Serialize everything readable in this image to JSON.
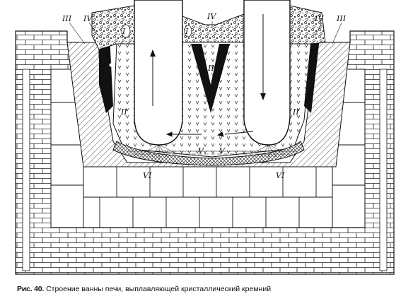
{
  "figure": {
    "caption_label": "Рис. 40.",
    "caption_text": "Строение ванны печи, выплавляющей кристаллический кремний",
    "zone_labels": {
      "I": "I",
      "II": "II",
      "III": "III",
      "IV": "IV",
      "V": "V",
      "VI": "VI"
    },
    "colors": {
      "line": "#111111",
      "brick_fill": "#ffffff",
      "carbon_black": "#111111"
    }
  }
}
